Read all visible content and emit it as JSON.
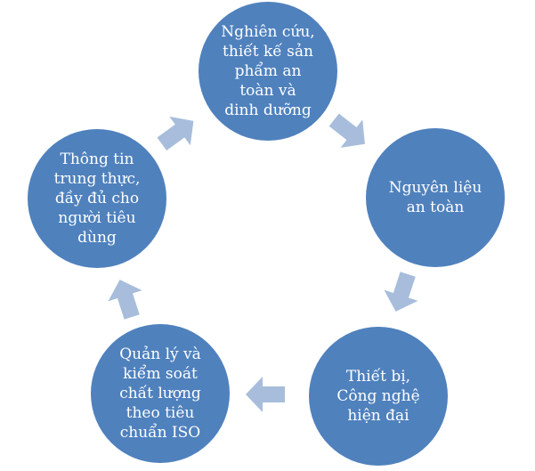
{
  "colors": {
    "node_fill": "#4F81BD",
    "arrow_fill": "#A7BDDB",
    "text": "#FFFFFF"
  },
  "nodes": [
    {
      "lines": [
        "Nghiên cứu,",
        "thiết kế sản",
        "phẩm an",
        "toàn và",
        "dinh dưỡng"
      ]
    },
    {
      "lines": [
        "Nguyên liệu",
        "an toàn"
      ]
    },
    {
      "lines": [
        "Thiết bị,",
        "Công nghệ",
        "hiện đại"
      ]
    },
    {
      "lines": [
        "Quản lý và",
        "kiểm soát",
        "chất lượng",
        "theo tiêu",
        "chuẩn ISO"
      ]
    },
    {
      "lines": [
        "Thông tin",
        "trung thực,",
        "đầy đủ cho",
        "người tiêu",
        "dùng"
      ]
    }
  ],
  "arrows": [
    {
      "icon": "arrow-icon",
      "direction": "down-right"
    },
    {
      "icon": "arrow-icon",
      "direction": "down"
    },
    {
      "icon": "arrow-icon",
      "direction": "left"
    },
    {
      "icon": "arrow-icon",
      "direction": "up"
    },
    {
      "icon": "arrow-icon",
      "direction": "up-right"
    }
  ]
}
